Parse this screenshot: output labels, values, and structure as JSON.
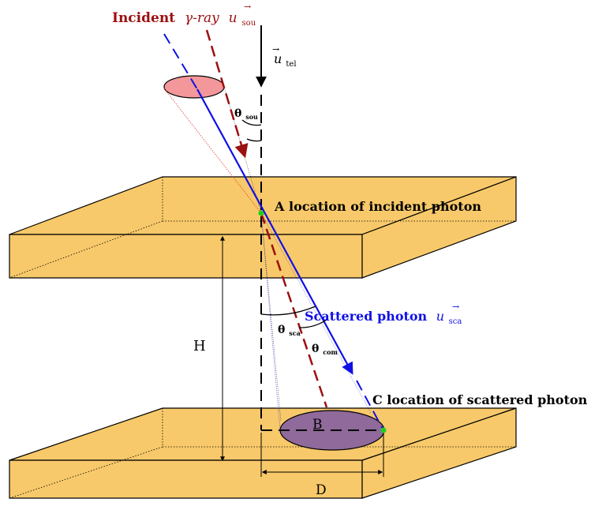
{
  "colors": {
    "slab_fill": "#f8c96a",
    "slab_edge": "#000000",
    "incident": "#9b1010",
    "scattered": "#1010e6",
    "source_ellipse": "#f4979a",
    "detector_ellipse": "#8f6a9a",
    "point": "#22cc22"
  },
  "labels": {
    "incident_text": "Incident",
    "incident_gamma": "γ-ray",
    "incident_vec": "u",
    "incident_sub": "sou",
    "telescope_vec": "u",
    "telescope_sub": "tel",
    "theta_sou_sym": "θ",
    "theta_sou_sub": "sou",
    "point_a": "A location of incident photon",
    "scattered_text": "Scattered photon",
    "scattered_vec": "u",
    "scattered_sub": "sca",
    "theta_sca_sym": "θ",
    "theta_sca_sub": "sca",
    "theta_com_sym": "θ",
    "theta_com_sub": "com",
    "height": "H",
    "point_c": "C location of scattered photon",
    "point_b": "B",
    "distance": "D"
  }
}
